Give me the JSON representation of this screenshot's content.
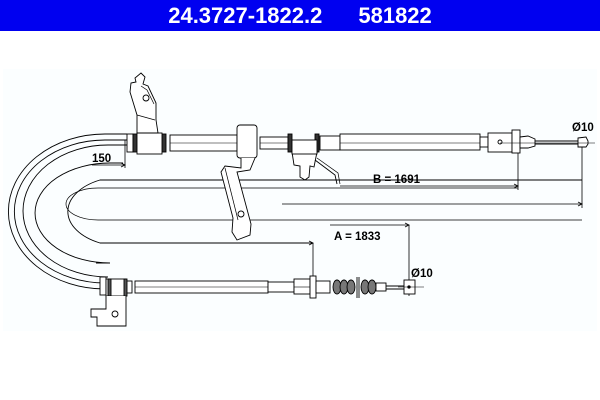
{
  "header": {
    "part_number": "24.3727-1822.2",
    "reference_number": "581822",
    "background_color": "#0000f0",
    "text_color": "#ffffff"
  },
  "drawing": {
    "subject": "parking brake cable",
    "dimensions": {
      "offset_label": "150",
      "b_label": "B = 1691",
      "a_label": "A = 1833",
      "upper_end_diameter": "Ø10",
      "lower_end_diameter": "Ø10"
    },
    "components": [
      {
        "name": "upper-mounting-bracket"
      },
      {
        "name": "center-mounting-bracket"
      },
      {
        "name": "clip-bracket"
      },
      {
        "name": "upper-cable-end-fitting"
      },
      {
        "name": "lower-mounting-bracket"
      },
      {
        "name": "dust-boot-bellows"
      },
      {
        "name": "lower-cable-end-fitting"
      }
    ],
    "line_color": "#000000"
  }
}
